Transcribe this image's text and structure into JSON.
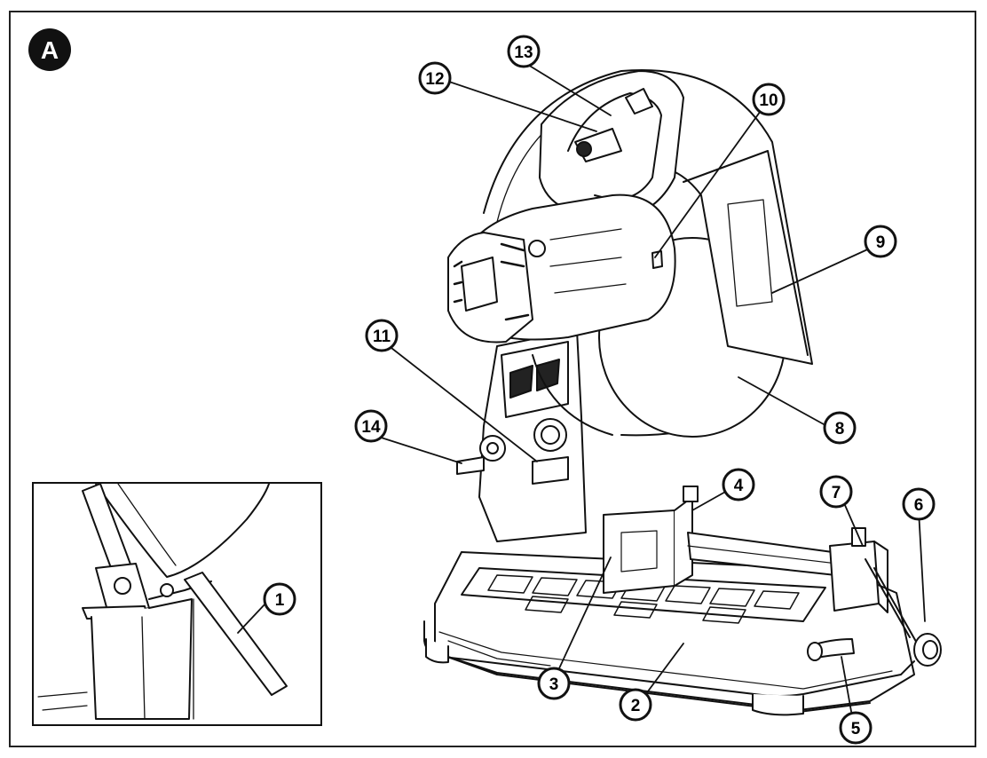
{
  "figure": {
    "badge": "A",
    "callouts": [
      "1",
      "2",
      "3",
      "4",
      "5",
      "6",
      "7",
      "8",
      "9",
      "10",
      "11",
      "12",
      "13",
      "14"
    ]
  }
}
